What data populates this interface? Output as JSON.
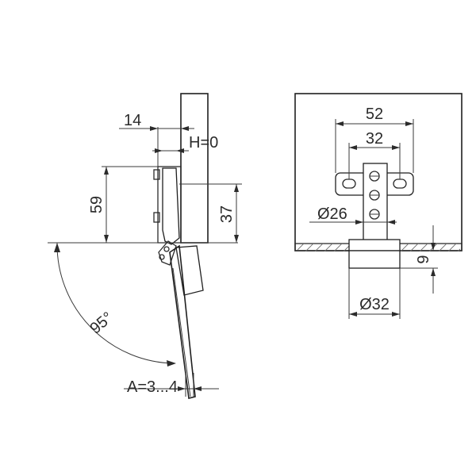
{
  "dimensions": {
    "overlay": "14",
    "height_zero": "H=0",
    "hinge_height": "59",
    "cup_offset": "37",
    "opening_angle": "95°",
    "gap": "A=3...4",
    "plate_width": "52",
    "screw_spacing": "32",
    "screw_diameter": "Ø26",
    "cup_depth": "9",
    "cup_diameter": "Ø32"
  }
}
